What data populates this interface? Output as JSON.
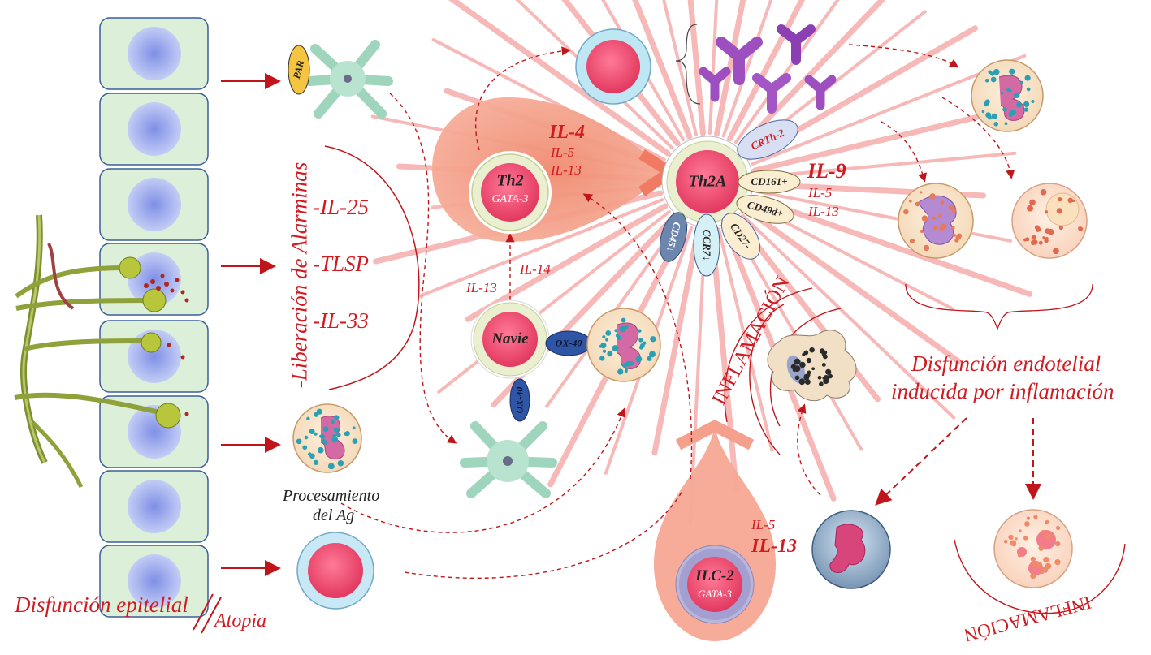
{
  "epithelium": {
    "label_dysfunction": "Disfunción epitelial",
    "label_atopy": "Atopia"
  },
  "alarmins": {
    "title": "-Liberación de Alarminas",
    "items": [
      "-IL-25",
      "-TLSP",
      "-IL-33"
    ]
  },
  "left_cells": {
    "par_label": "PAR",
    "processing_line1": "Procesamiento",
    "processing_line2": "del Ag"
  },
  "th2": {
    "name": "Th2",
    "factor": "GATA-3",
    "cytokine_main": "IL-4",
    "cytokine_2": "IL-5",
    "cytokine_3": "IL-13"
  },
  "naive": {
    "name": "Navie",
    "marker_1": "OX-40",
    "marker_2": "OX-40",
    "cytokine_1": "IL-14",
    "cytokine_2": "IL-13"
  },
  "th2a": {
    "name": "Th2A",
    "markers": [
      "CRTh-2",
      "CD161+",
      "CD49d+",
      "CD27-",
      "CCR7↓",
      "CD45↓"
    ],
    "cytokine_main": "IL-9",
    "cytokine_2": "IL-5",
    "cytokine_3": "IL-13"
  },
  "ilc2": {
    "name": "ILC-2",
    "factor": "GATA-3",
    "cytokine_1": "IL-5",
    "cytokine_2": "IL-13"
  },
  "right_side": {
    "endothelial_line1": "Disfunción endotelial",
    "endothelial_line2": "inducida por inflamación",
    "inflammation_1": "INFLAMACIÓN",
    "inflammation_2": "INFLAMACIÓN"
  },
  "colors": {
    "accent_red": "#d01b22",
    "epithelium_fill": "#dcefd8",
    "nucleus_blue": "#a9b4ee",
    "cell_pink": "#ee4f73",
    "halo_salmon": "#f29c84",
    "marker_blue": "#2f56a6"
  }
}
